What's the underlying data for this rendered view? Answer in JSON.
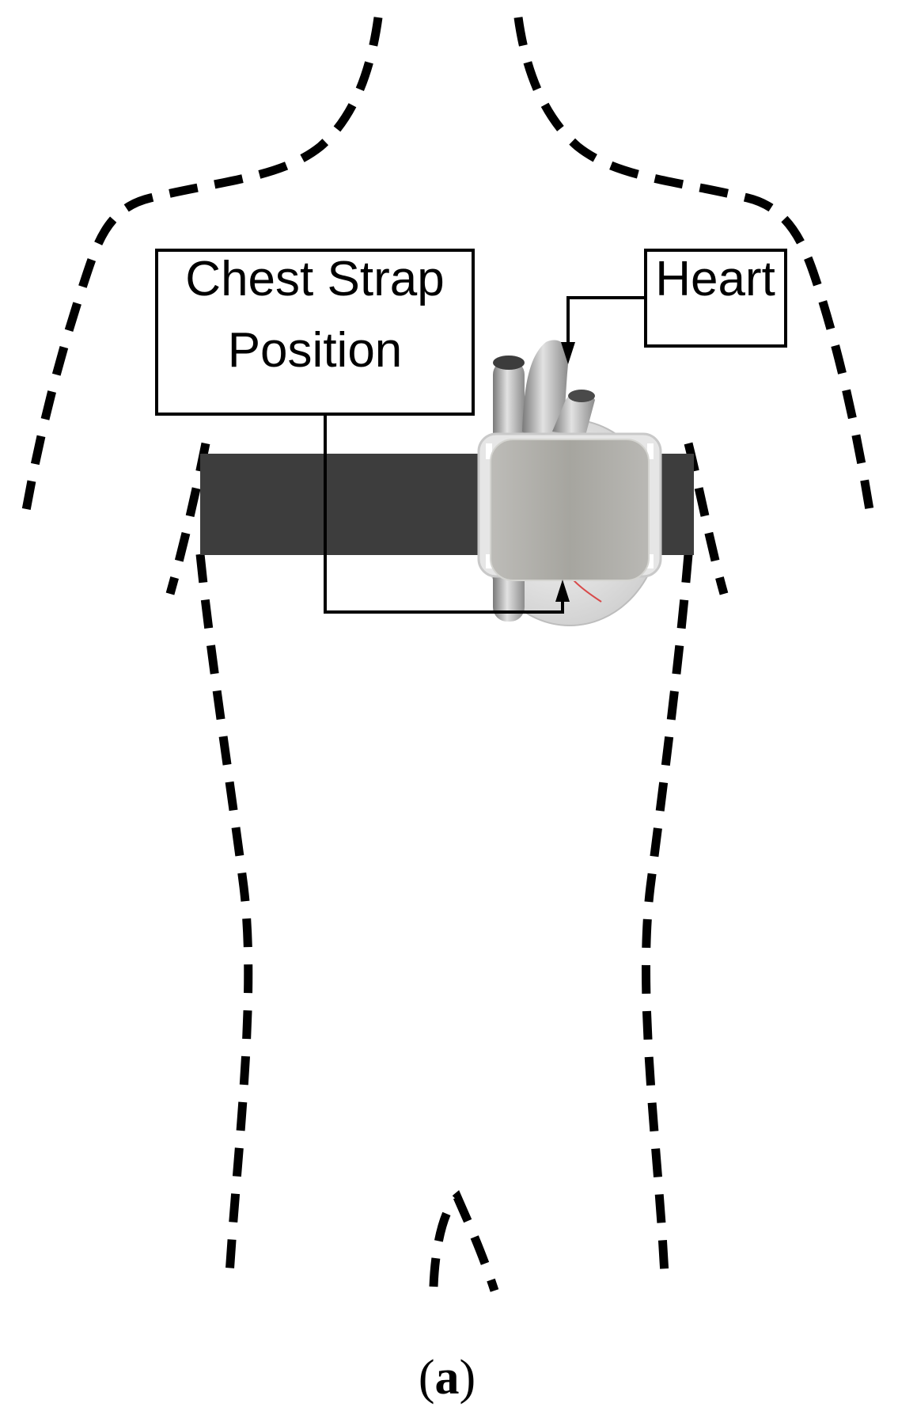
{
  "labels": {
    "chest_strap_line1": "Chest Strap",
    "chest_strap_line2": "Position",
    "heart": "Heart"
  },
  "caption": {
    "open": "(",
    "letter": "a",
    "close": ")"
  },
  "colors": {
    "outline": "#000000",
    "strap": "#3d3d3d",
    "sensor": "#a8a7a2",
    "heart_vessels": "#9a9a9a",
    "heart_body": "#e8e8e8"
  }
}
